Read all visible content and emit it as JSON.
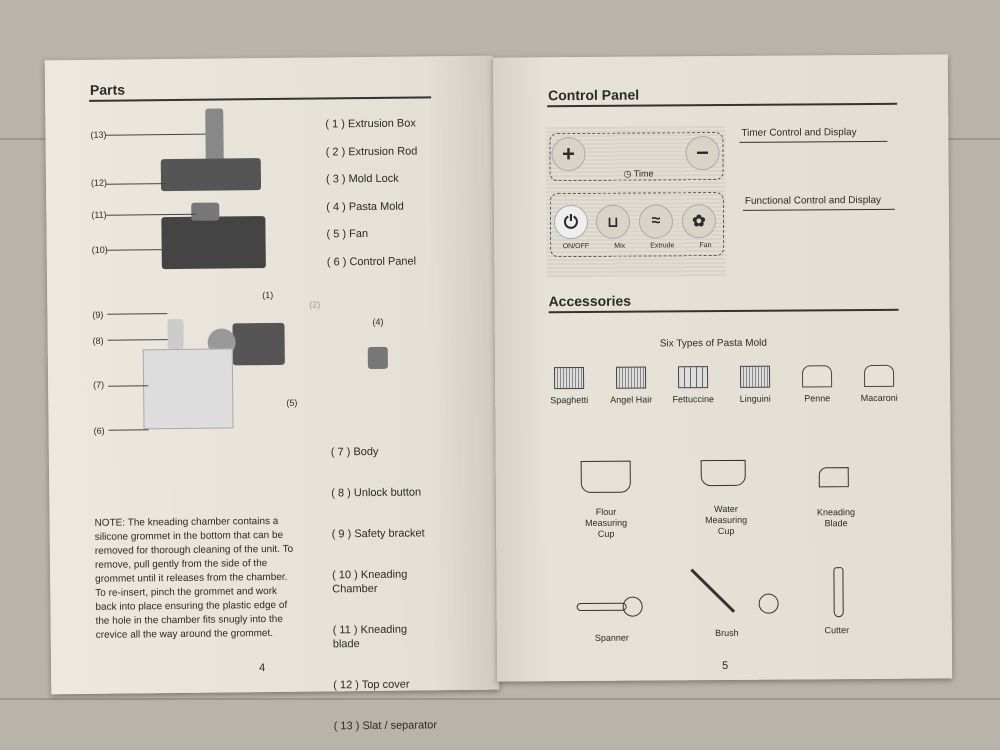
{
  "left_page": {
    "title": "Parts",
    "parts_top": [
      "( 1 ) Extrusion Box",
      "( 2 ) Extrusion Rod",
      "( 3 ) Mold Lock",
      "( 4 ) Pasta Mold",
      "( 5 ) Fan",
      "( 6 ) Control Panel"
    ],
    "parts_bottom": [
      "( 7 ) Body",
      "( 8 ) Unlock button",
      "( 9 ) Safety bracket",
      "( 10 ) Kneading\nChamber",
      "( 11 ) Kneading\nblade",
      "( 12 ) Top cover",
      "( 13 ) Slat / separator"
    ],
    "callouts": [
      "(13)",
      "(12)",
      "(11)",
      "(10)",
      "(9)",
      "(8)",
      "(7)",
      "(6)",
      "(1)",
      "(2)",
      "(4)",
      "(5)"
    ],
    "note": "NOTE: The kneading chamber contains a silicone grommet in the bottom that can be removed for thorough cleaning of the unit. To remove, pull gently from the side of the grommet until it releases from the chamber. To re-insert, pinch the grommet and work back into place ensuring the plastic edge of the hole in the chamber fits snugly into the crevice all the way around the grommet.",
    "page_number": "4"
  },
  "right_page": {
    "title": "Control Panel",
    "panel": {
      "plus": "+",
      "minus": "−",
      "time": "Time",
      "buttons": [
        "ON/OFF",
        "Mix",
        "Extrude",
        "Fan"
      ]
    },
    "timer_label": "Timer Control and Display",
    "functional_label": "Functional Control and Display",
    "accessories_title": "Accessories",
    "molds_title": "Six Types of Pasta Mold",
    "molds": [
      "Spaghetti",
      "Angel Hair",
      "Fettuccine",
      "Linguini",
      "Penne",
      "Macaroni"
    ],
    "tools": [
      "Flour\nMeasuring\nCup",
      "Water\nMeasuring\nCup",
      "Kneading\nBlade",
      "Spanner",
      "Brush",
      "Cutter"
    ],
    "page_number": "5"
  }
}
